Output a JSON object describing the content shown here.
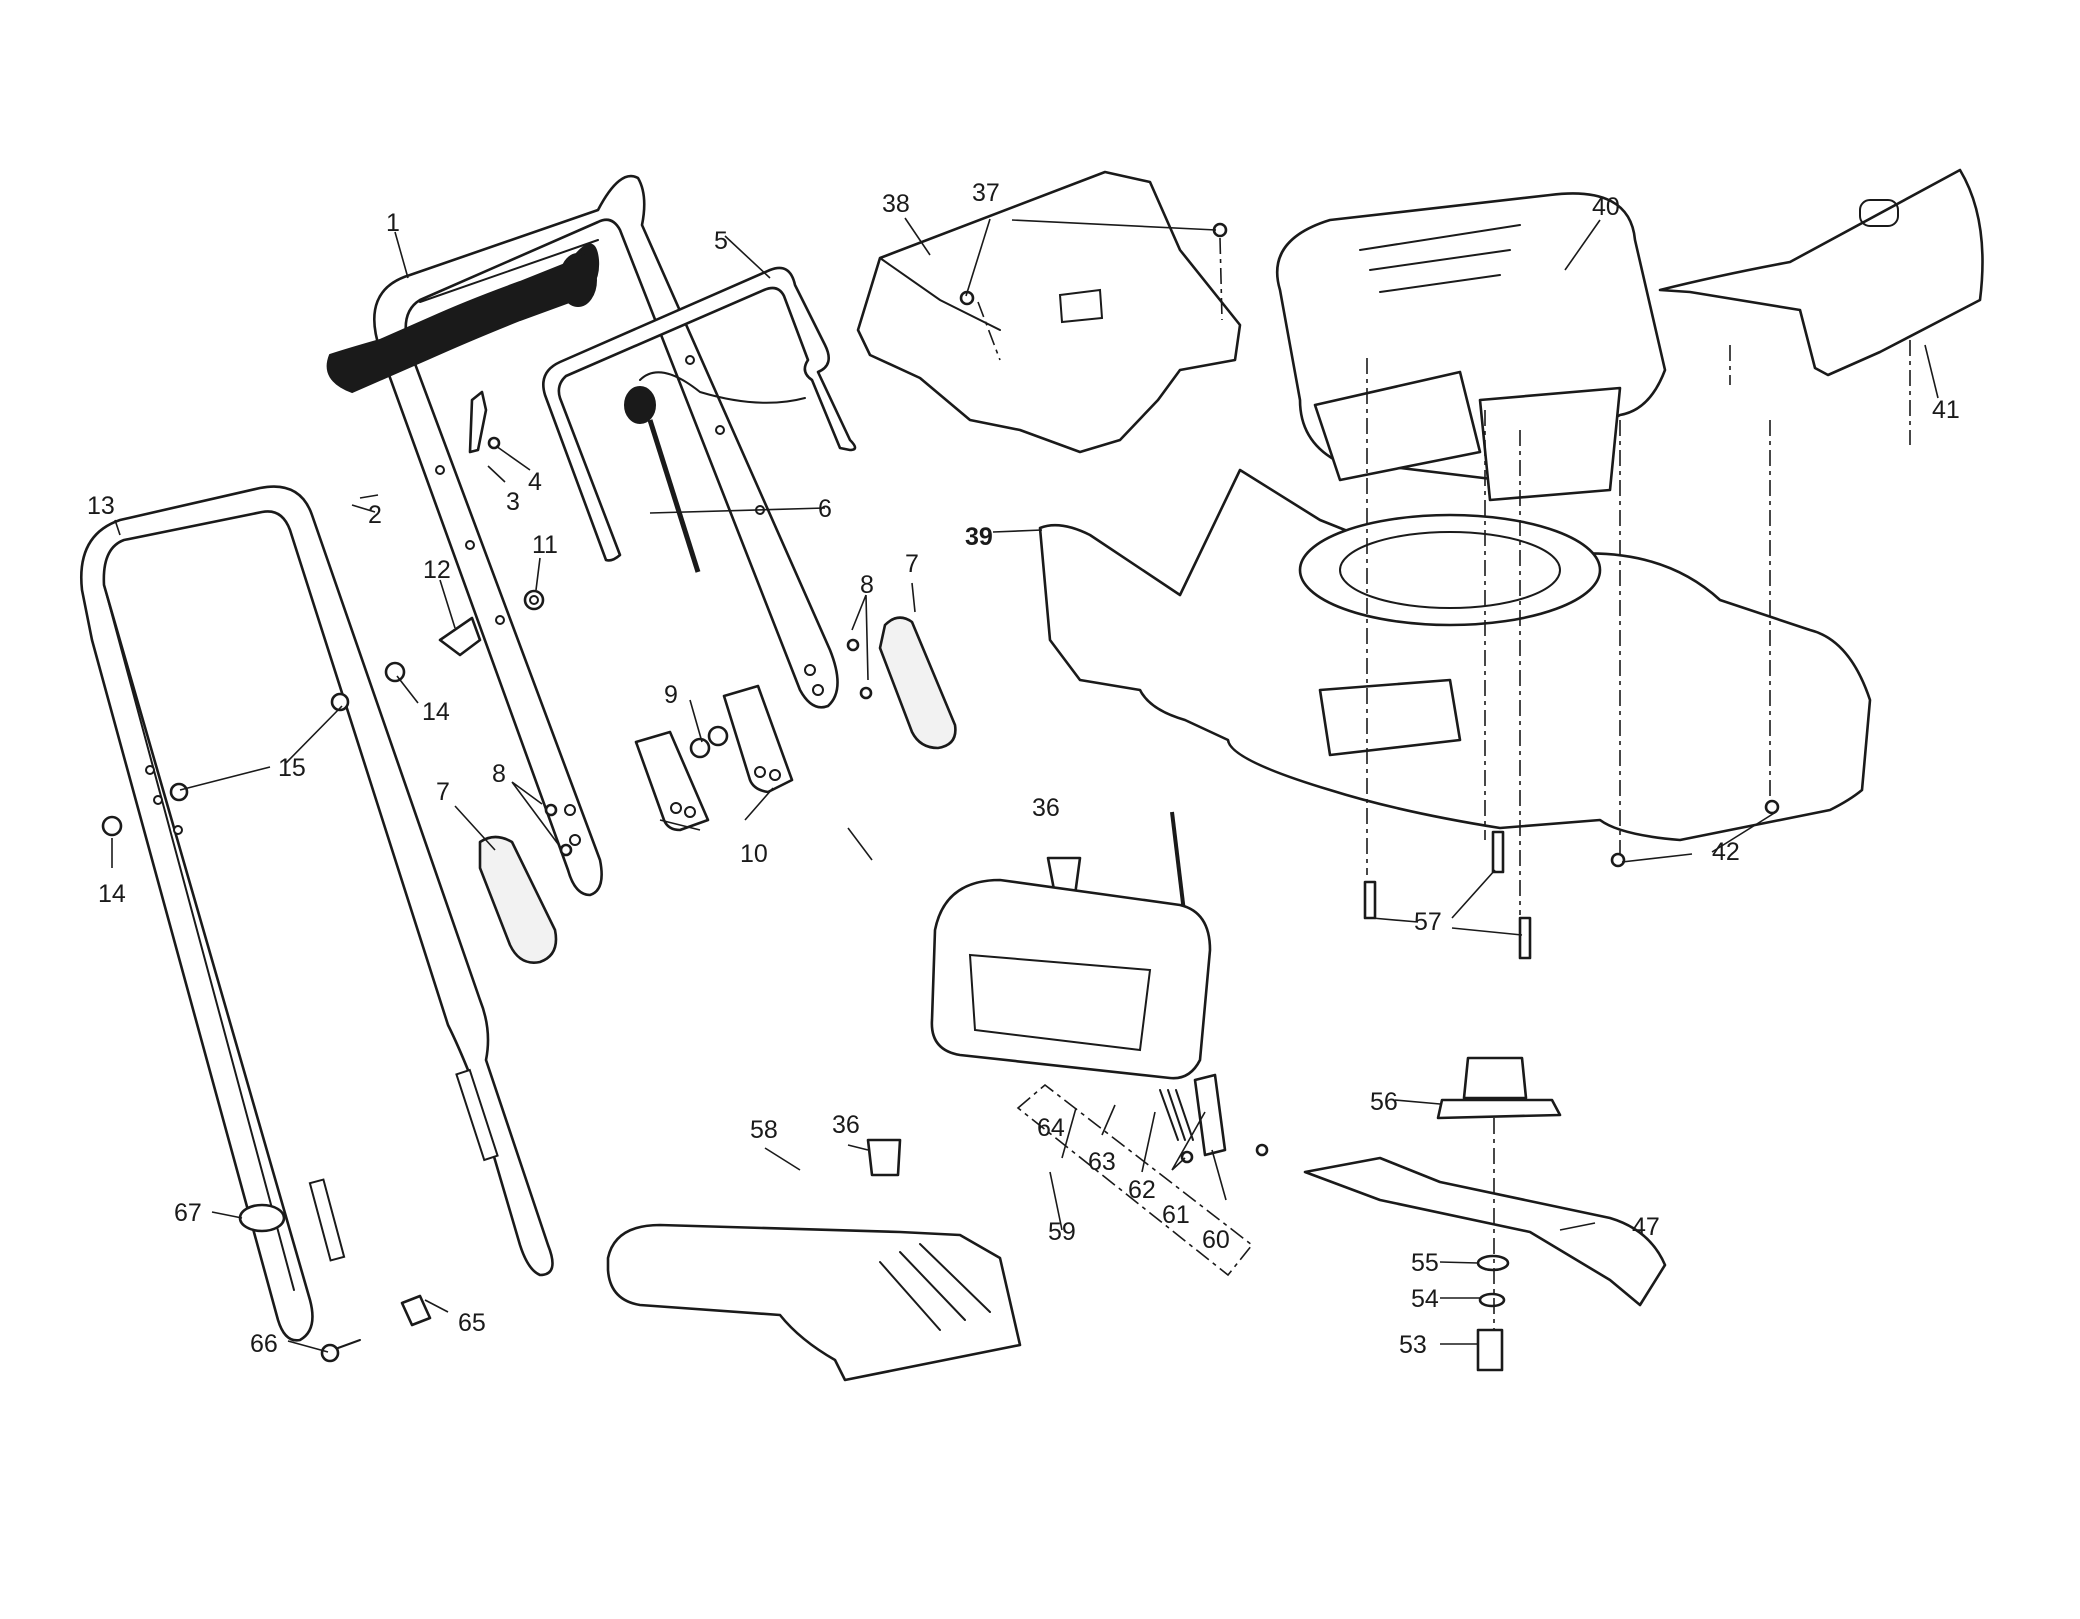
{
  "callouts": {
    "c1": "1",
    "c2": "2",
    "c3": "3",
    "c4": "4",
    "c5": "5",
    "c6": "6",
    "c7a": "7",
    "c7b": "7",
    "c8a": "8",
    "c8b": "8",
    "c9": "9",
    "c10": "10",
    "c11": "11",
    "c12": "12",
    "c13": "13",
    "c14a": "14",
    "c14b": "14",
    "c15": "15",
    "c36a": "36",
    "c36b": "36",
    "c37": "37",
    "c38": "38",
    "c39": "39",
    "c40": "40",
    "c41": "41",
    "c42": "42",
    "c47": "47",
    "c53": "53",
    "c54": "54",
    "c55": "55",
    "c56": "56",
    "c57": "57",
    "c58": "58",
    "c59": "59",
    "c60": "60",
    "c61": "61",
    "c62": "62",
    "c63": "63",
    "c64": "64",
    "c65": "65",
    "c66": "66",
    "c67": "67"
  },
  "colors": {
    "line": "#1a1a1a",
    "background": "#ffffff",
    "grip": "#1a1a1a"
  }
}
